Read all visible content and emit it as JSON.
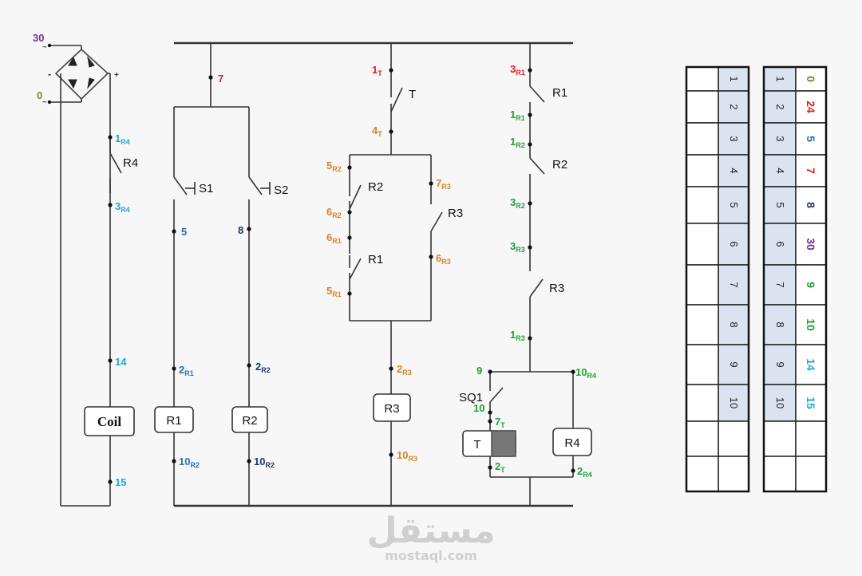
{
  "colors": {
    "purple": "#7030A0",
    "olive": "#7F7F3F",
    "red": "#E0201B",
    "lightblue": "#1FA9D8",
    "steel": "#2E6DB4",
    "navy": "#1F3864",
    "orange": "#D9822B",
    "green": "#22A038",
    "cell": "#DCE3F0"
  },
  "supply": {
    "ac_high": "30",
    "ac_low": "0",
    "minus": "-",
    "plus": "+",
    "dc_tilde": "~"
  },
  "labels": {
    "n1": "1",
    "n2": "2",
    "n3": "3",
    "n4": "4",
    "n5": "5",
    "n6": "6",
    "n7": "7",
    "n8": "8",
    "n9": "9",
    "n10": "10",
    "n14": "14",
    "n15": "15",
    "sR1": "R1",
    "sR2": "R2",
    "sR3": "R3",
    "sR4": "R4",
    "sT": "T"
  },
  "components": {
    "coil": "Coil",
    "r1": "R1",
    "r2": "R2",
    "r3": "R3",
    "r4": "R4",
    "t": "T",
    "s1": "S1",
    "s2": "S2",
    "sq1": "SQ1"
  },
  "table_left": {
    "rows": [
      {
        "num": "1",
        "val": ""
      },
      {
        "num": "2",
        "val": ""
      },
      {
        "num": "3",
        "val": ""
      },
      {
        "num": "4",
        "val": ""
      },
      {
        "num": "5",
        "val": ""
      },
      {
        "num": "6",
        "val": ""
      },
      {
        "num": "7",
        "val": ""
      },
      {
        "num": "8",
        "val": ""
      },
      {
        "num": "9",
        "val": ""
      },
      {
        "num": "10",
        "val": ""
      },
      {
        "num": "",
        "val": ""
      },
      {
        "num": "",
        "val": ""
      }
    ]
  },
  "table_right": {
    "rows": [
      {
        "num": "1",
        "val": "0"
      },
      {
        "num": "2",
        "val": "24"
      },
      {
        "num": "3",
        "val": "5"
      },
      {
        "num": "4",
        "val": "7"
      },
      {
        "num": "5",
        "val": "8"
      },
      {
        "num": "6",
        "val": "30"
      },
      {
        "num": "7",
        "val": "9"
      },
      {
        "num": "8",
        "val": "10"
      },
      {
        "num": "9",
        "val": "14"
      },
      {
        "num": "10",
        "val": "15"
      },
      {
        "num": "",
        "val": ""
      },
      {
        "num": "",
        "val": ""
      }
    ]
  },
  "watermark": {
    "arabic": "مستقل",
    "latin": "mostaql.com"
  }
}
